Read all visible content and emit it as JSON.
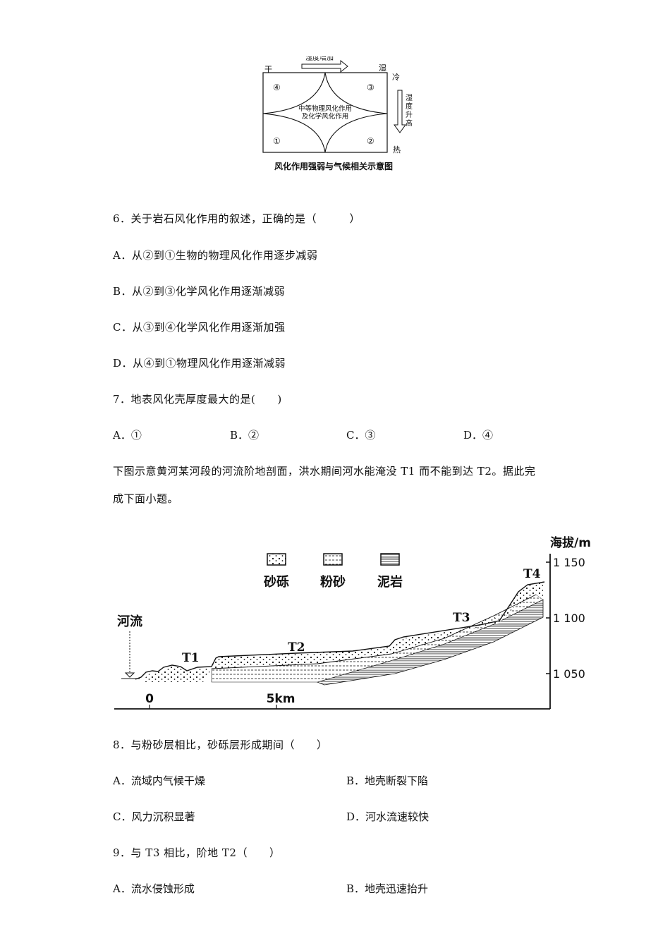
{
  "figure1": {
    "top_arrow_label": "湿度增加",
    "corner_dry": "干",
    "corner_wet": "湿",
    "corner_cold": "冷",
    "corner_hot": "热",
    "side_arrow_label": [
      "湿",
      "度",
      "升",
      "高"
    ],
    "region_4": "④",
    "region_3": "③",
    "region_1": "①",
    "region_2": "②",
    "center_line1": "中等物理风化作用",
    "center_line2": "及化学风化作用",
    "caption": "风化作用强弱与气候相关示意图"
  },
  "q6": {
    "stem": "6．关于岩石风化作用的叙述，正确的是（　　　）",
    "options": [
      "A．从②到①生物的物理风化作用逐步减弱",
      "B．从②到③化学风化作用逐渐减弱",
      "C．从③到④化学风化作用逐渐加强",
      "D．从④到①物理风化作用逐渐减弱"
    ]
  },
  "q7": {
    "stem": "7．地表风化壳厚度最大的是(　　)",
    "options": [
      "A．①",
      "B．②",
      "C．③",
      "D．④"
    ]
  },
  "intro": {
    "line1": "下图示意黄河某河段的河流阶地剖面，洪水期间河水能淹没 T1 而不能到达 T2。据此完",
    "line2": "成下面小题。"
  },
  "figure2": {
    "legend": [
      "砂砾",
      "粉砂",
      "泥岩"
    ],
    "axis_title": "海拔/m",
    "y_ticks": [
      "1 150",
      "1 100",
      "1 050"
    ],
    "x_ticks": [
      "0",
      "5km"
    ],
    "river_label": "河流",
    "terraces": [
      "T1",
      "T2",
      "T3",
      "T4"
    ]
  },
  "q8": {
    "stem": "8．与粉砂层相比，砂砾层形成期间（　　）",
    "options": [
      "A．流域内气候干燥",
      "B．地壳断裂下陷",
      "C．风力沉积显著",
      "D．河水流速较快"
    ]
  },
  "q9": {
    "stem": "9．与 T3 相比，阶地 T2（　　）",
    "options": [
      "A．流水侵蚀形成",
      "B．地壳迅速抬升"
    ]
  }
}
